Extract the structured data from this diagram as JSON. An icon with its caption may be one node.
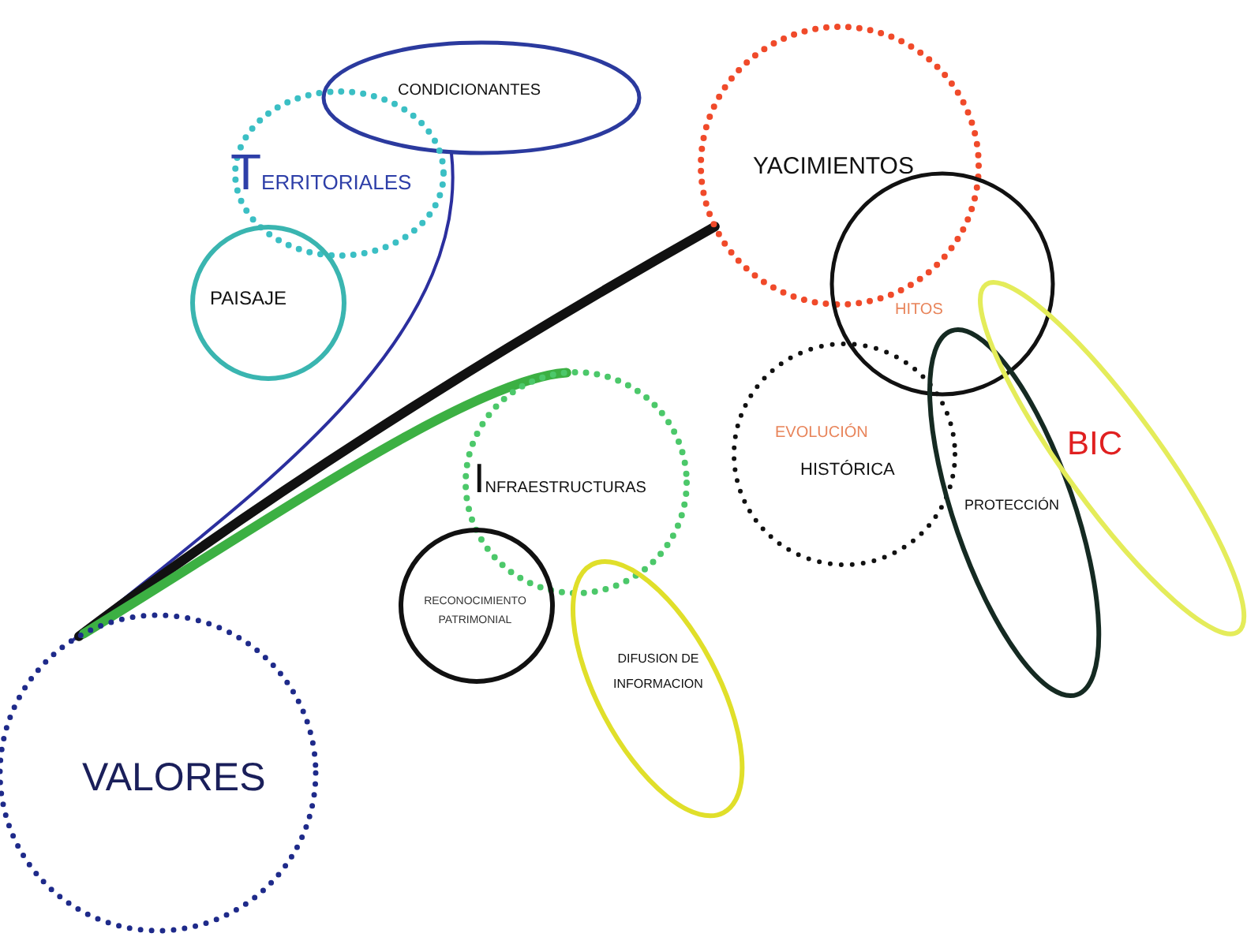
{
  "diagram": {
    "nodes": [
      {
        "text": [
          "CONDICIONANTES"
        ]
      },
      {
        "text": [
          "TERRITORIALES"
        ]
      },
      {
        "text": [
          "PAISAJE"
        ]
      },
      {
        "text": [
          "YACIMIENTOS"
        ]
      },
      {
        "text": [
          "HITOS"
        ]
      },
      {
        "text": [
          "EVOLUCIÓN",
          "HISTÓRICA"
        ]
      },
      {
        "text": [
          "PROTECCIÓN"
        ]
      },
      {
        "text": [
          "BIC"
        ]
      },
      {
        "text": [
          "INFRAESTRUCTURAS"
        ]
      },
      {
        "text": [
          "RECONOCIMIENTO PATRIMONIAL"
        ]
      },
      {
        "text": [
          "DIFUSION DE INFORMACION"
        ]
      },
      {
        "text": [
          "VALORES"
        ]
      }
    ],
    "edges": [
      {
        "from": 11,
        "to": 0,
        "arrow": "none",
        "color": "#2b2f9e"
      },
      {
        "from": 11,
        "to": 3,
        "arrow": "none",
        "color": "#111111"
      },
      {
        "from": 11,
        "to": 8,
        "arrow": "none",
        "color": "#3cb043"
      }
    ]
  }
}
